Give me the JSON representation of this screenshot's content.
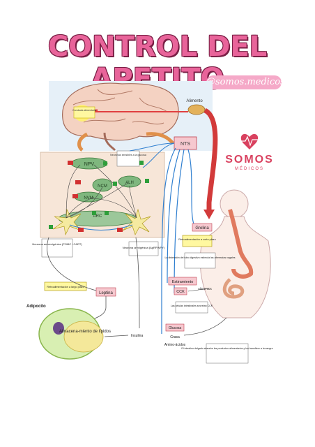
{
  "title": "CONTROL DEL APETITO",
  "handle": "@somos.medicos",
  "brand": {
    "name": "SOMOS",
    "sub": "MÉDICOS",
    "color": "#d9415f"
  },
  "labels": {
    "senal_aversiva": "Conducta alimentaria",
    "alimento": "Alimento",
    "nts": "NTS",
    "npv": "NPV",
    "ncm": "NCM",
    "nvm": "NVM",
    "alh": "ALH",
    "arc": "ARC",
    "glucosa_sensible": "Neuronas sensibles a la glucosa",
    "anorexigenica": "Neurona anorexigénica (POMC / CART)",
    "orexigenica": "Neurona orexigénica (AgRP/NPY)",
    "grelina": "Grelina",
    "grelina_note": "Retroalimentación a corto plazo",
    "vagal_note": "La distensión del tubo digestivo estimula las aferencias vagales",
    "estiramiento": "Estiramiento",
    "cck": "CCK",
    "alimentos": "Alimentos",
    "cck_note": "Las células intestinales secretan CCK",
    "leptina_note": "Retroalimentación a largo plazo",
    "leptina": "Leptina",
    "adipocito": "Adipocito",
    "almacenamiento": "Almacena-miento de lípidos",
    "insulina": "Insulina",
    "glucosa": "Glucosa",
    "grasa": "Grasa",
    "aminoacidos": "Amino-ácidos",
    "intestino_note": "El intestino delgado absorbe los productos alimentarios y los transfiere a la sangre"
  },
  "colors": {
    "title": "#e8649a",
    "pink_box": "#f4c6c6",
    "green": "#2e9e3a",
    "red": "#d23030",
    "blue": "#2f7fd0",
    "gut": "#e07a5f",
    "fat": "#c7e59a"
  }
}
